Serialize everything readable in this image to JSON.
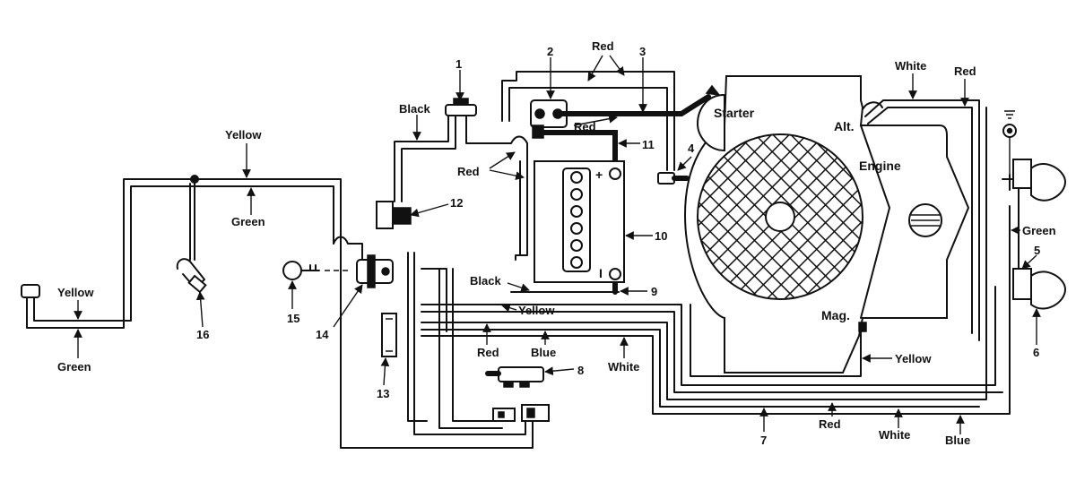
{
  "colors": {
    "ink": "#111111",
    "paper": "#ffffff"
  },
  "callouts": [
    "1",
    "2",
    "3",
    "4",
    "5",
    "6",
    "7",
    "8",
    "9",
    "10",
    "11",
    "12",
    "13",
    "14",
    "15",
    "16"
  ],
  "wire_labels": {
    "yellow_top": "Yellow",
    "green_top": "Green",
    "yellow_left": "Yellow",
    "green_left": "Green",
    "black_top": "Black",
    "red_top": "Red",
    "red_mid": "Red",
    "red_battery": "Red",
    "white_top": "White",
    "red_right": "Red",
    "green_right": "Green",
    "black_lower": "Black",
    "yellow_lower": "Yellow",
    "red_lower": "Red",
    "blue_lower": "Blue",
    "white_lower": "White",
    "yellow_engine": "Yellow",
    "red_bottom": "Red",
    "white_bottom": "White",
    "blue_bottom": "Blue"
  },
  "component_labels": {
    "starter": "Starter",
    "alt": "Alt.",
    "engine": "Engine",
    "mag": "Mag."
  },
  "battery_terminals": {
    "positive": "+",
    "negative": "I"
  }
}
